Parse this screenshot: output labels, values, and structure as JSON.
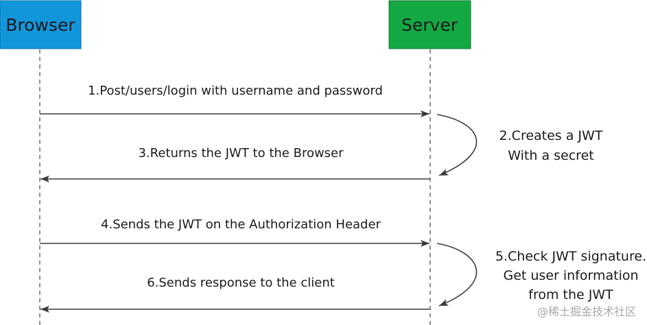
{
  "actors": [
    {
      "id": "browser",
      "label": "Browser",
      "fill": "#1296db",
      "stroke": "#0b6fa8"
    },
    {
      "id": "server",
      "label": "Server",
      "fill": "#14a843",
      "stroke": "#0c7a2f"
    }
  ],
  "messages": [
    {
      "id": "m1",
      "label": "1.Post/users/login with username and password",
      "from": "browser",
      "to": "server"
    },
    {
      "id": "m3",
      "label": "3.Returns the JWT to the Browser",
      "from": "server",
      "to": "browser"
    },
    {
      "id": "m4",
      "label": "4.Sends the JWT on the Authorization Header",
      "from": "browser",
      "to": "server"
    },
    {
      "id": "m6",
      "label": "6.Sends response to the client",
      "from": "server",
      "to": "browser"
    }
  ],
  "notes": [
    {
      "id": "n2",
      "lines": [
        "2.Creates a JWT",
        "With a secret"
      ]
    },
    {
      "id": "n5",
      "lines": [
        "5.Check JWT signature.",
        "Get user information",
        "from the JWT"
      ]
    }
  ],
  "watermark": "@稀土掘金技术社区",
  "colors": {
    "line": "#3a3a3a",
    "lifeline": "#555555"
  }
}
